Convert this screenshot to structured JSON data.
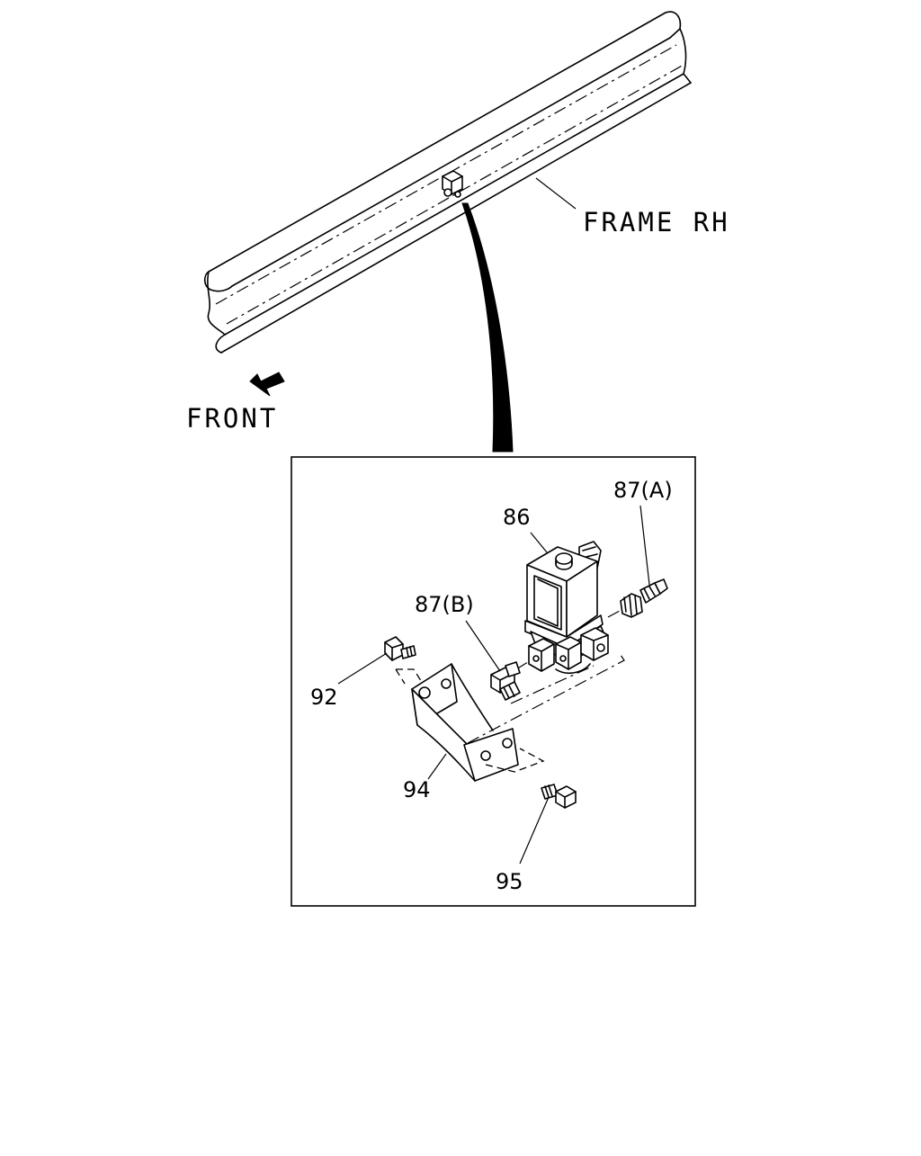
{
  "labels": {
    "frame": "FRAME RH",
    "front": "FRONT",
    "part_86": "86",
    "part_87a": "87(A)",
    "part_87b": "87(B)",
    "part_92": "92",
    "part_94": "94",
    "part_95": "95"
  },
  "colors": {
    "line": "#000000",
    "background": "#ffffff"
  },
  "icons": {
    "front_arrow": "arrow-down-left-icon"
  }
}
